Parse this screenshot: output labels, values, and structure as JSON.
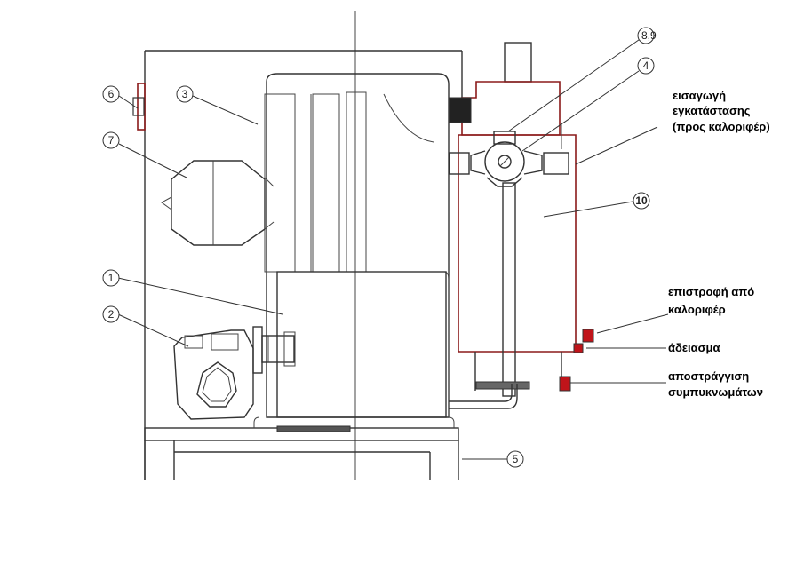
{
  "callouts": [
    {
      "id": "c1",
      "label": "1"
    },
    {
      "id": "c2",
      "label": "2"
    },
    {
      "id": "c3",
      "label": "3"
    },
    {
      "id": "c4",
      "label": "4"
    },
    {
      "id": "c5",
      "label": "5"
    },
    {
      "id": "c6",
      "label": "6"
    },
    {
      "id": "c7",
      "label": "7"
    },
    {
      "id": "c89",
      "label": "8,9"
    },
    {
      "id": "c10",
      "label": "10"
    }
  ],
  "labels": {
    "inlet_line1": "εισαγωγή",
    "inlet_line2": "εγκατάστασης",
    "inlet_line3": "(προς καλοριφέρ)",
    "return_line1": "επιστροφή από",
    "return_line2": "καλοριφέρ",
    "drain": "άδειασμα",
    "condensate_line1": "αποστράγγιση",
    "condensate_line2": "συμπυκνωμάτων"
  },
  "colors": {
    "line": "#333333",
    "casing_red": "#8b1a1a",
    "fitting_red": "#c0141a",
    "label_text": "#000000"
  }
}
